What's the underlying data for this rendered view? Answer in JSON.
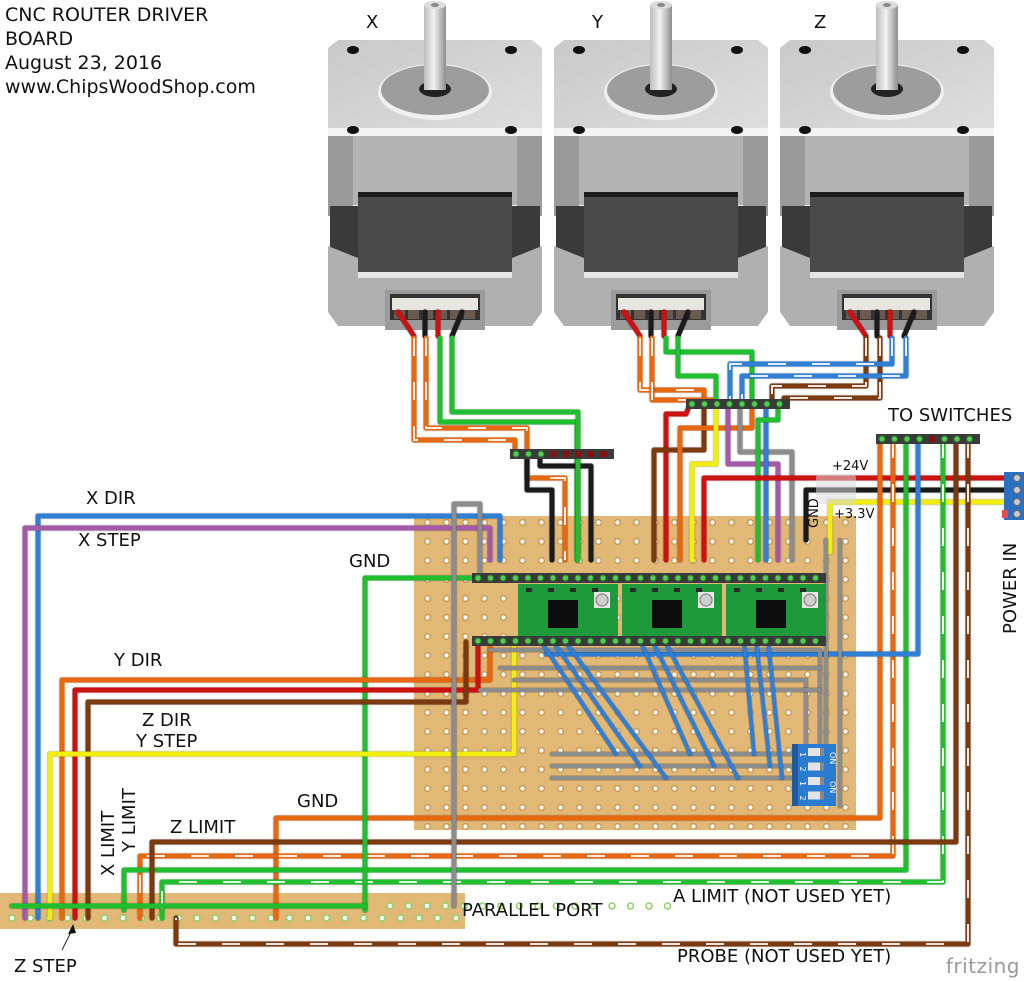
{
  "title": {
    "line1": "CNC ROUTER DRIVER",
    "line2": "BOARD",
    "date": "August 23, 2016",
    "website": "www.ChipsWoodShop.com"
  },
  "motors": [
    {
      "id": "x",
      "label": "X"
    },
    {
      "id": "y",
      "label": "Y"
    },
    {
      "id": "z",
      "label": "Z"
    }
  ],
  "labels": {
    "x_dir": "X DIR",
    "x_step": "X STEP",
    "gnd_left": "GND",
    "y_dir": "Y DIR",
    "z_dir": "Z DIR",
    "y_step": "Y STEP",
    "x_limit": "X LIMIT",
    "y_limit": "Y LIMIT",
    "z_limit": "Z LIMIT",
    "gnd_bottom": "GND",
    "z_step": "Z STEP",
    "parallel_port": "PARALLEL PORT",
    "a_limit": "A LIMIT (NOT USED YET)",
    "probe": "PROBE (NOT USED YET)",
    "to_switches": "TO SWITCHES",
    "plus_24v": "+24V",
    "plus_3v3": "+3.3V",
    "gnd_power": "GND",
    "power_in": "POWER IN"
  },
  "dip_switch": {
    "rows": [
      "1",
      "2",
      "1",
      "2"
    ],
    "on_label": "ON"
  },
  "watermark": "fritzing",
  "colors": {
    "wire_blue": "#2f7fd6",
    "wire_purple": "#a45aa8",
    "wire_green": "#1fbf2f",
    "wire_orange": "#e8680f",
    "wire_red": "#cc1111",
    "wire_brown": "#7a3a10",
    "wire_yellow": "#f2ee10",
    "wire_gray": "#8c8c8c",
    "wire_black": "#1a1a1a",
    "perfboard": "#e2b877",
    "driver_pcb": "#1f9a3a",
    "dip_blue": "#2b7bd0"
  }
}
